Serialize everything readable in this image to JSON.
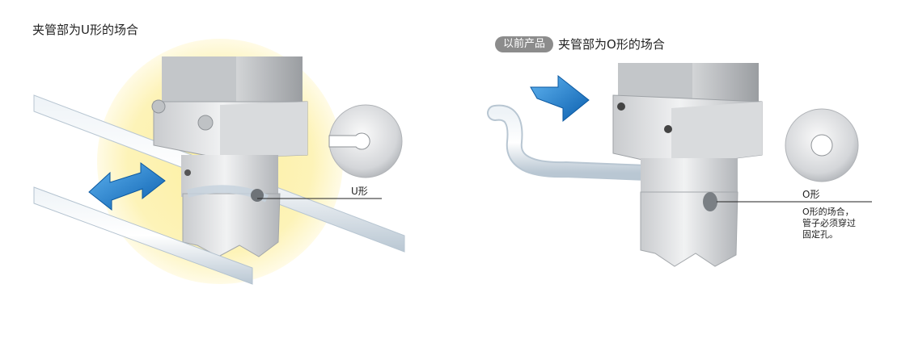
{
  "left_panel": {
    "title": "夹管部为U形的场合",
    "callout_label": "U形"
  },
  "right_panel": {
    "badge": "以前产品",
    "title": "夹管部为O形的场合",
    "callout_label": "O形",
    "note_lines": [
      "O形的场合，",
      "管子必须穿过",
      "固定孔。"
    ]
  },
  "colors": {
    "glow": "#fdf1a8",
    "arrow_blue": "#1f7fd0",
    "metal_light": "#e6e7e9",
    "metal_dark": "#a9acb0",
    "tube": "#dfe8ef"
  },
  "icons": [
    "double-arrow-icon",
    "push-arrow-icon",
    "u-slot-icon",
    "o-hole-icon"
  ]
}
